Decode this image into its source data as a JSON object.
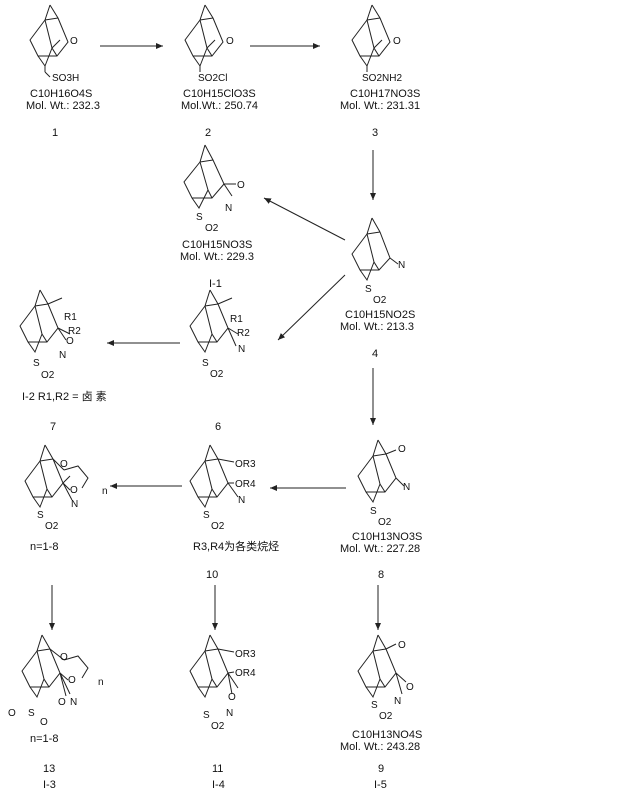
{
  "compounds": {
    "c1": {
      "formula": "C10H16O4S",
      "mw": "Mol. Wt.: 232.3",
      "number": "1",
      "group": "SO3H",
      "ketone": "O"
    },
    "c2": {
      "formula": "C10H15ClO3S",
      "mw": "Mol.Wt.: 250.74",
      "number": "2",
      "group": "SO2Cl",
      "ketone": "O"
    },
    "c3": {
      "formula": "C10H17NO3S",
      "mw": "Mol. Wt.: 231.31",
      "number": "3",
      "group": "SO2NH2",
      "ketone": "O"
    },
    "cI1": {
      "formula": "C10H15NO3S",
      "mw": "Mol. Wt.: 229.3",
      "number": "I-1"
    },
    "c4": {
      "formula": "C10H15NO2S",
      "mw": "Mol. Wt.: 213.3",
      "number": "4"
    },
    "c6": {
      "number": "6",
      "r1": "R1",
      "r2": "R2"
    },
    "c7": {
      "number": "7",
      "r1": "R1",
      "r2": "R2",
      "note": "I-2    R1,R2 = 卤 素"
    },
    "c8": {
      "formula": "C10H13NO3S",
      "mw": "Mol. Wt.: 227.28",
      "number": "8"
    },
    "c10": {
      "number": "10",
      "r3": "OR3",
      "r4": "OR4",
      "note": "R3,R4为各类烷烃"
    },
    "c12": {
      "number": "",
      "note": "n=1-8",
      "n": "n"
    },
    "c13": {
      "number": "13",
      "sub": "I-3",
      "note": "n=1-8",
      "n": "n"
    },
    "c11": {
      "number": "11",
      "sub": "I-4",
      "r3": "OR3",
      "r4": "OR4"
    },
    "c9": {
      "formula": "C10H13NO4S",
      "mw": "Mol. Wt.: 243.28",
      "number": "9",
      "sub": "I-5"
    }
  },
  "atoms": {
    "S": "S",
    "O": "O",
    "N": "N",
    "O2": "O2"
  }
}
